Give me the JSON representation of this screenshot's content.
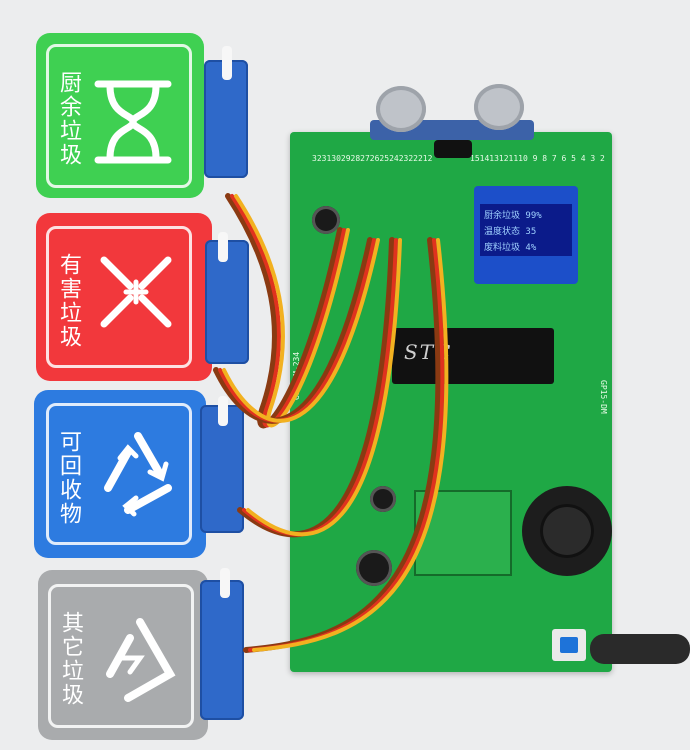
{
  "bins": [
    {
      "label": "厨余垃圾",
      "icon": "hourglass-icon",
      "color": "#3fd052"
    },
    {
      "label": "有害垃圾",
      "icon": "x-cross-icon",
      "color": "#f2383c"
    },
    {
      "label": "可回收物",
      "icon": "recycle-icon",
      "color": "#2d7be0"
    },
    {
      "label": "其它垃圾",
      "icon": "recycle-arrow-icon",
      "color": "#a9abad"
    }
  ],
  "board": {
    "chip_marking": "STC",
    "pin_numbers_top": "3231302928272625242322212",
    "pin_numbers_right": "151413121110 9 8 7 6 5 4 3 2",
    "side_text": "GP150M-234",
    "side_text_right": "GP15-DM",
    "pcb_color": "#1fa845"
  },
  "oled": {
    "lines": [
      "厨余垃圾 99%",
      "温度状态 35",
      "废料垃圾 4%"
    ]
  }
}
